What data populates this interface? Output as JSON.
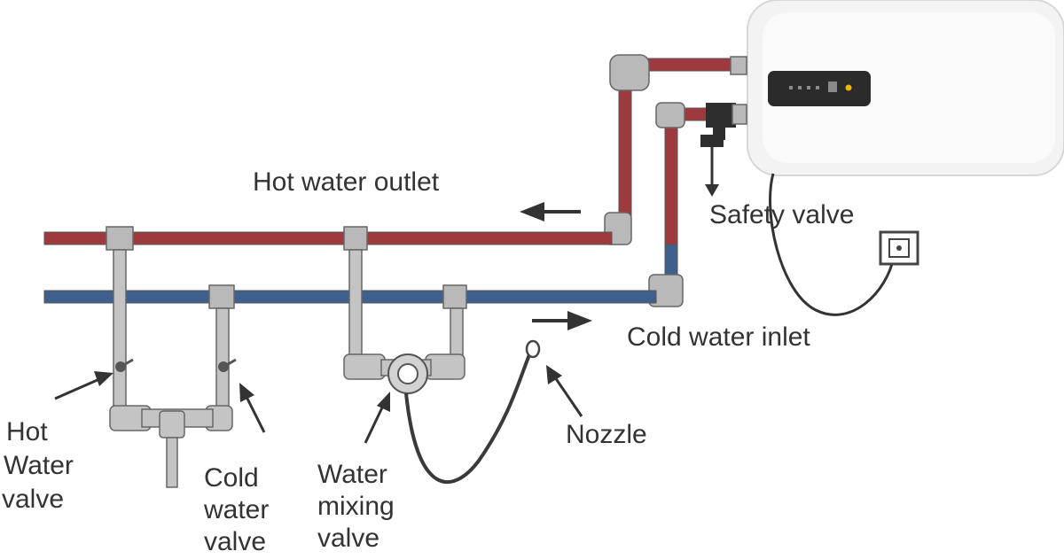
{
  "labels": {
    "hot_outlet": "Hot water outlet",
    "safety_valve": "Safety valve",
    "cold_inlet": "Cold water inlet",
    "nozzle": "Nozzle",
    "hot_valve": [
      "Hot",
      "Water",
      "valve"
    ],
    "cold_valve": [
      "Cold",
      "water",
      "valve"
    ],
    "mixing_valve": [
      "Water",
      "mixing",
      "valve"
    ]
  },
  "colors": {
    "hot_pipe": "#9e3a3d",
    "cold_pipe": "#3f5f8c",
    "fitting": "#b9b9b9",
    "heater_body": "#f2f2f2",
    "display_panel": "#2b2b2b",
    "indicator": "#f0b400"
  }
}
